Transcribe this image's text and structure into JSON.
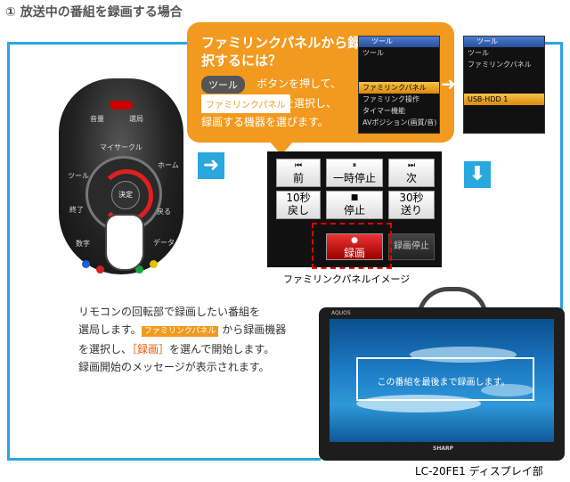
{
  "heading": "① 放送中の番組を録画する場合",
  "callout": {
    "title": "ファミリンクパネルから録画機器を選択するには？",
    "tool_button": "ツール",
    "line1": "ボタンを押して、",
    "familink_badge": "ファミリンクパネル",
    "line2": "を選択し、",
    "line3": "録画する機器を選びます。"
  },
  "screen1": {
    "bar": "ツール",
    "items": [
      "ツール",
      "",
      "",
      "ファミリンクパネル",
      "ファミリンク操作",
      "タイマー機能",
      "AVポジション(画質/音)"
    ]
  },
  "screen2": {
    "bar": "ツール",
    "items": [
      "ツール",
      "ファミリンクパネル",
      "",
      "",
      "USB-HDD 1",
      "",
      ""
    ]
  },
  "remote": {
    "vol": "音量",
    "ch": "選局",
    "mycycle": "マイサークル",
    "home": "ホーム",
    "tool": "ツール",
    "end": "終了",
    "back": "戻る",
    "center": "決定",
    "num": "数字",
    "data": "データ",
    "color_buttons": [
      "#1e5fd8",
      "#d42020",
      "#1aa33a",
      "#e0c200"
    ]
  },
  "panel": {
    "buttons": {
      "prev": "前",
      "pause": "一時停止",
      "next": "次",
      "back10": "10秒\n戻し",
      "stop": "停止",
      "skip30": "30秒\n送り",
      "record": "録画",
      "stop_record": "録画停止"
    },
    "caption": "ファミリンクパネルイメージ"
  },
  "description": {
    "line1": "リモコンの回転部で録画したい番組を",
    "line2a": "選局します。",
    "line2_badge": "ファミリンクパネル",
    "line2b": " から録画機器",
    "line3a": "を選択し、",
    "line3_rec": "［録画］",
    "line3b": "を選んで開始します。",
    "line4": "録画開始のメッセージが表示されます。"
  },
  "tv": {
    "brand_top": "AQUOS",
    "brand_bottom": "SHARP",
    "message": "この番組を最後まで録画します。",
    "caption": "LC-20FE1 ディスプレイ部"
  }
}
